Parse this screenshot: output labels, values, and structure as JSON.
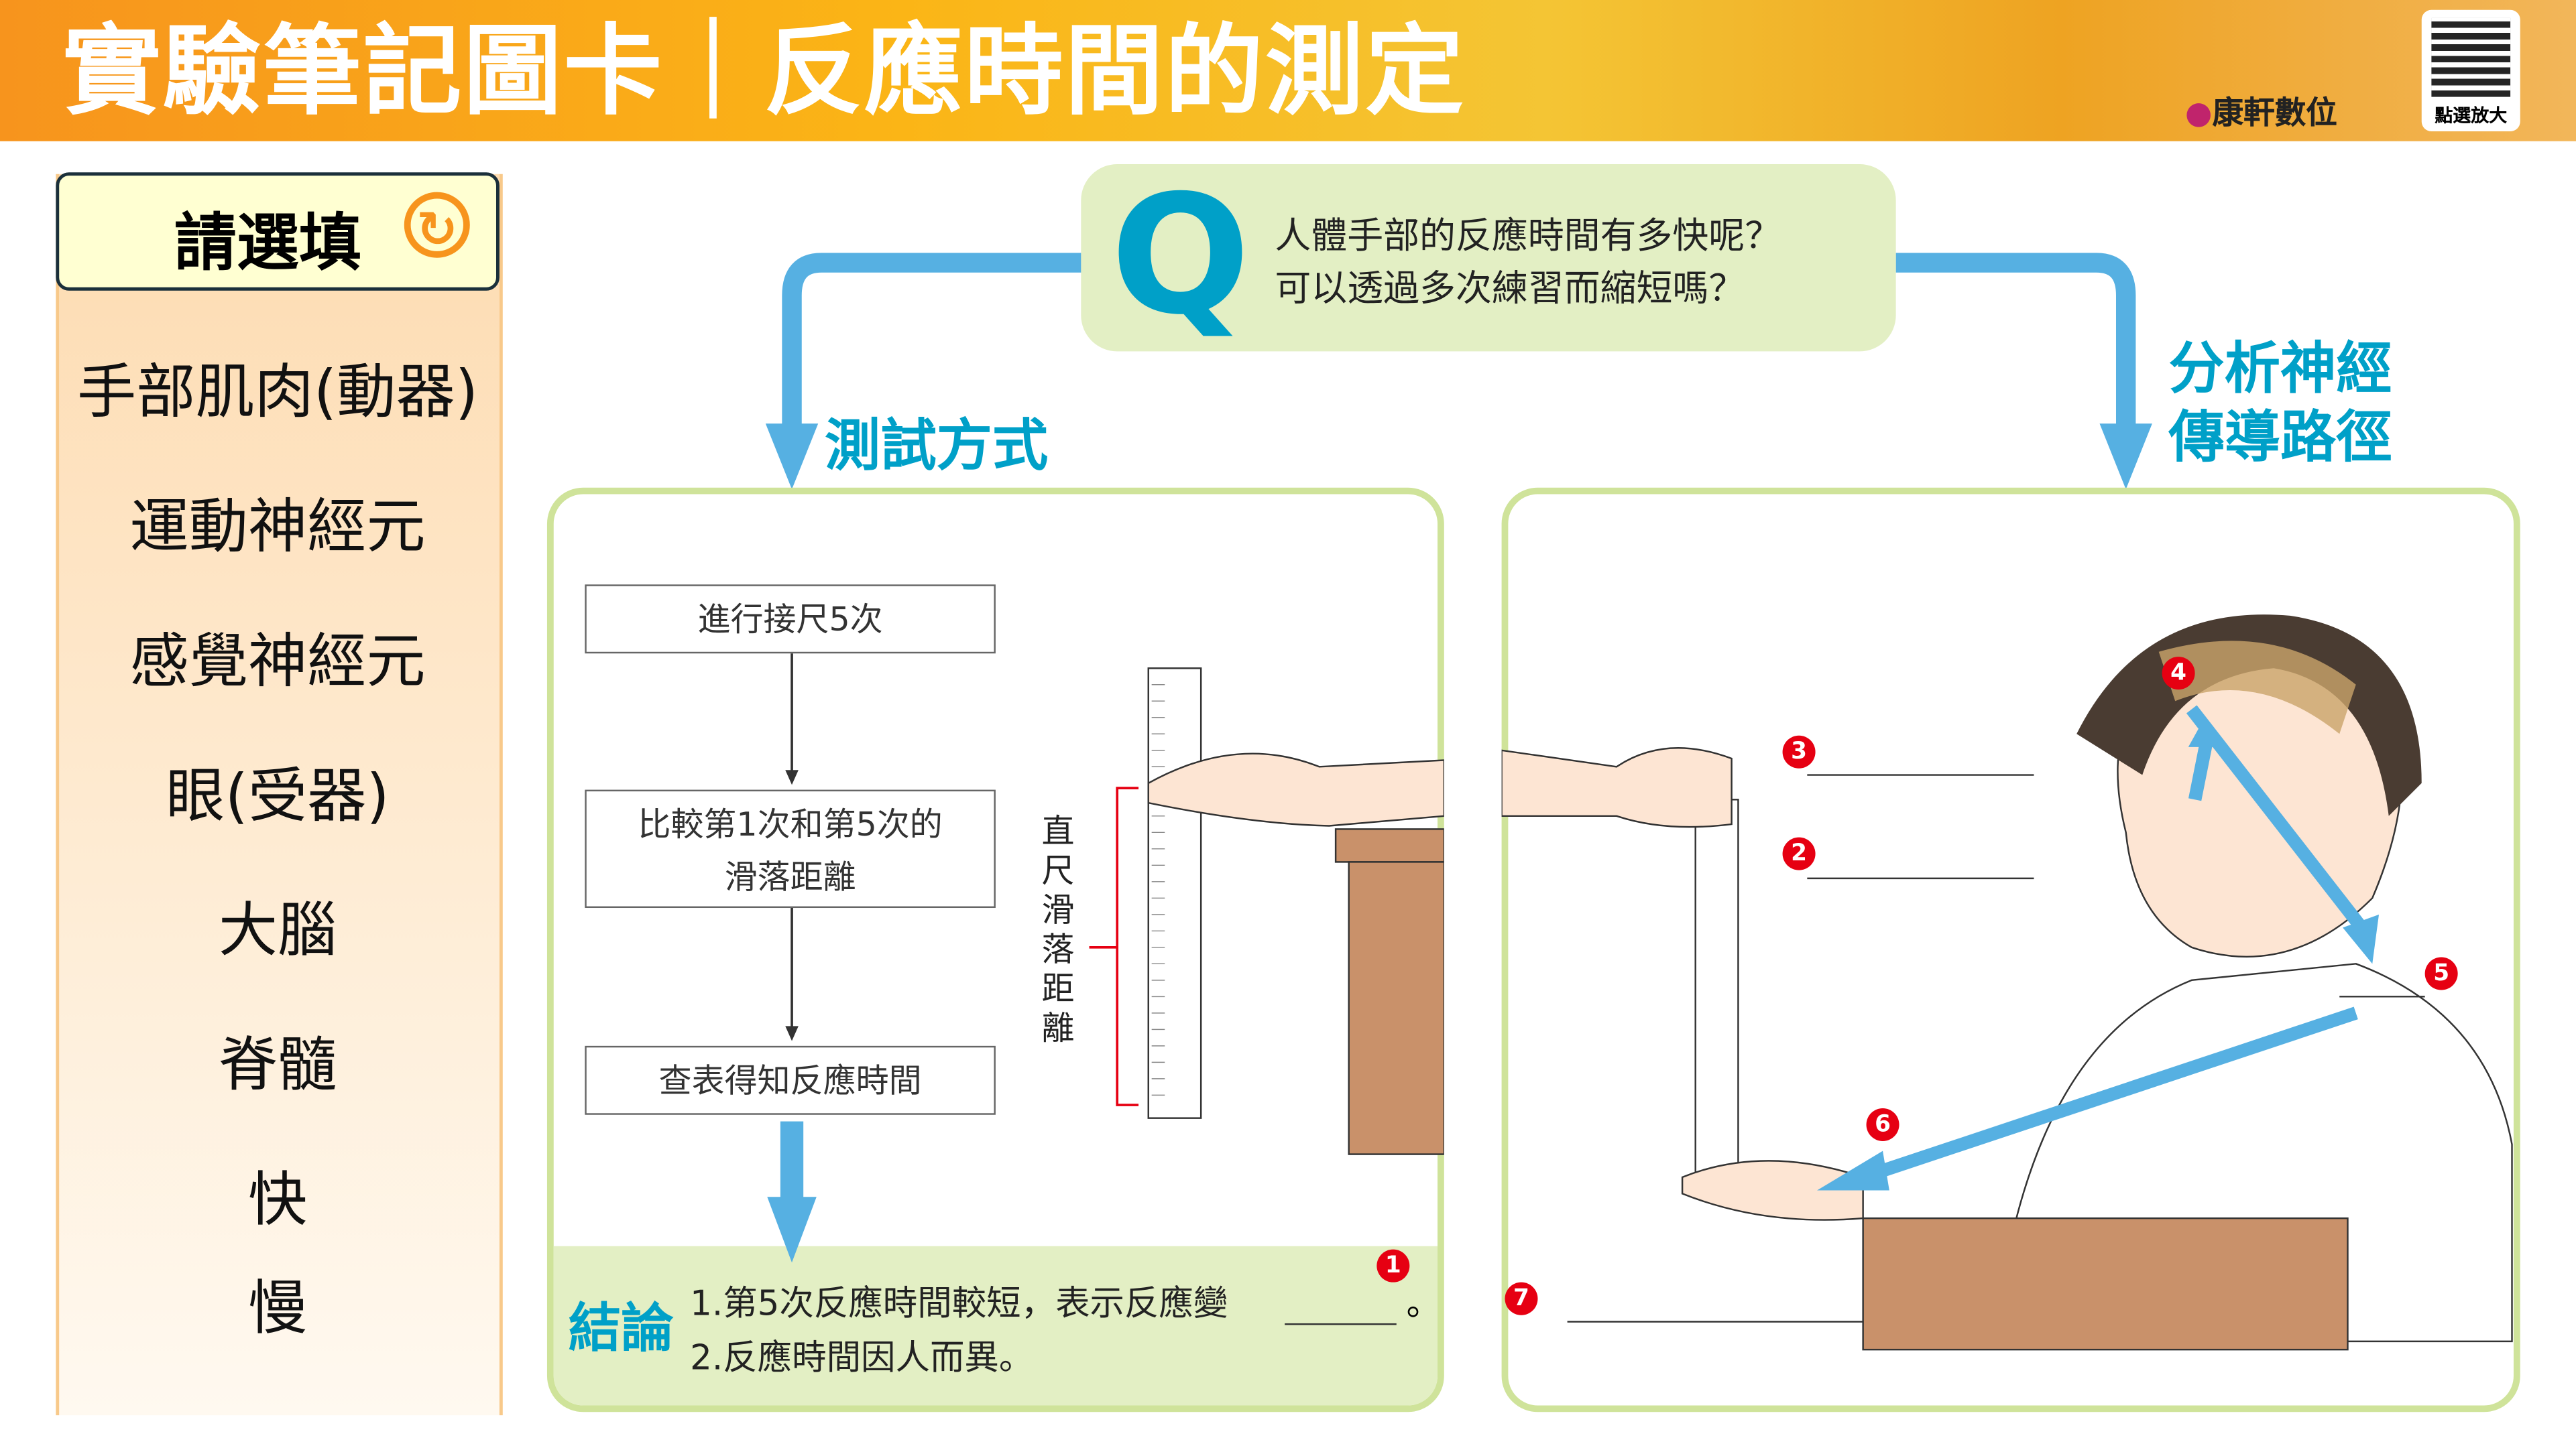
{
  "header": {
    "title": "實驗筆記圖卡｜反應時間的測定",
    "brand": "康軒數位",
    "qr_label": "點選放大"
  },
  "options": {
    "title": "請選填",
    "items": [
      "手部肌肉(動器)",
      "運動神經元",
      "感覺神經元",
      "眼(受器)",
      "大腦",
      "脊髓",
      "快",
      "慢"
    ]
  },
  "question": {
    "mark": "Q",
    "lines": [
      "人體手部的反應時間有多快呢？",
      "可以透過多次練習而縮短嗎？"
    ]
  },
  "test_method": {
    "label": "測試方式",
    "steps": [
      "進行接尺5次",
      "比較第1次和第5次的\n滑落距離",
      "查表得知反應時間"
    ],
    "ruler_label": "直尺滑落距離"
  },
  "conclusion": {
    "label": "結論",
    "line1": "1.第5次反應時間較短，表示反應變",
    "line1_end": "。",
    "line2": "2.反應時間因人而異。",
    "blank_number": "1"
  },
  "pathway": {
    "label_lines": [
      "分析神經",
      "傳導路徑"
    ],
    "numbers": [
      "2",
      "3",
      "4",
      "5",
      "6",
      "7"
    ]
  },
  "colors": {
    "accent_blue": "#00a0c8",
    "arrow_blue": "#56b0e2",
    "header_orange": "#f7941d",
    "marker_red": "#e60012",
    "panel_green": "#e3efc4"
  }
}
